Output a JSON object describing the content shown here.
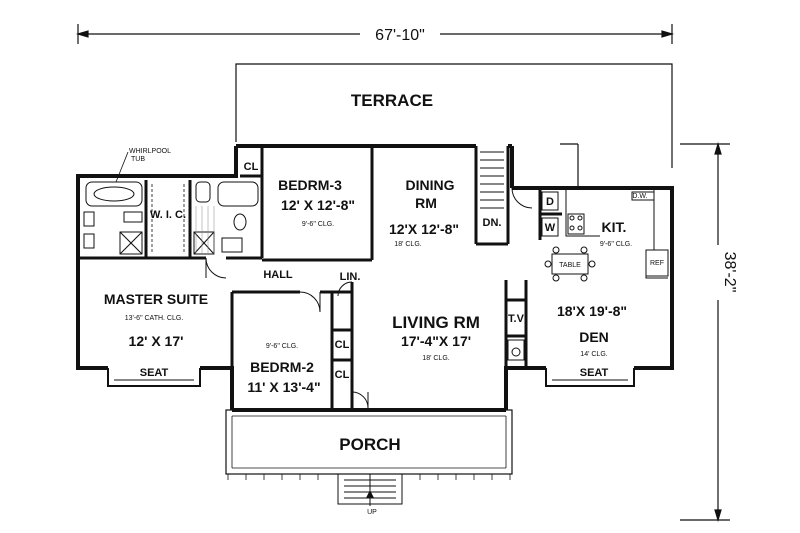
{
  "dimensions": {
    "width": "67'-10\"",
    "depth": "38'-2\""
  },
  "rooms": {
    "terrace": {
      "name": "TERRACE"
    },
    "bedrm3": {
      "name": "BEDRM-3",
      "size": "12' X 12'-8\"",
      "ceiling": "9'-6\" CLG."
    },
    "dining": {
      "name1": "DINING",
      "name2": "RM",
      "size": "12'X 12'-8\"",
      "ceiling": "18' CLG."
    },
    "kitchen": {
      "name": "KIT.",
      "ceiling": "9'-6\" CLG.",
      "table": "TABLE",
      "ref": "REF",
      "dw": "D.W."
    },
    "den": {
      "size": "18'X 19'-8\"",
      "name": "DEN",
      "ceiling": "14' CLG.",
      "tv": "T.V"
    },
    "master": {
      "name": "MASTER SUITE",
      "ceiling": "13'-6\" CATH. CLG.",
      "size": "12' X 17'"
    },
    "wic": {
      "name": "W. I. C."
    },
    "whirlpool": {
      "line1": "WHIRLPOOL",
      "line2": "TUB"
    },
    "hall": {
      "name": "HALL"
    },
    "living": {
      "name": "LIVING RM",
      "size": "17'-4\"X 17'",
      "ceiling": "18' CLG."
    },
    "bedrm2": {
      "name": "BEDRM-2",
      "size": "11' X 13'-4\"",
      "ceiling": "9'-6\" CLG."
    },
    "porch": {
      "name": "PORCH",
      "up": "UP"
    }
  },
  "labels": {
    "cl": "CL",
    "lin": "LIN.",
    "dn": "DN.",
    "washer": "W",
    "dryer": "D",
    "seat": "SEAT"
  }
}
